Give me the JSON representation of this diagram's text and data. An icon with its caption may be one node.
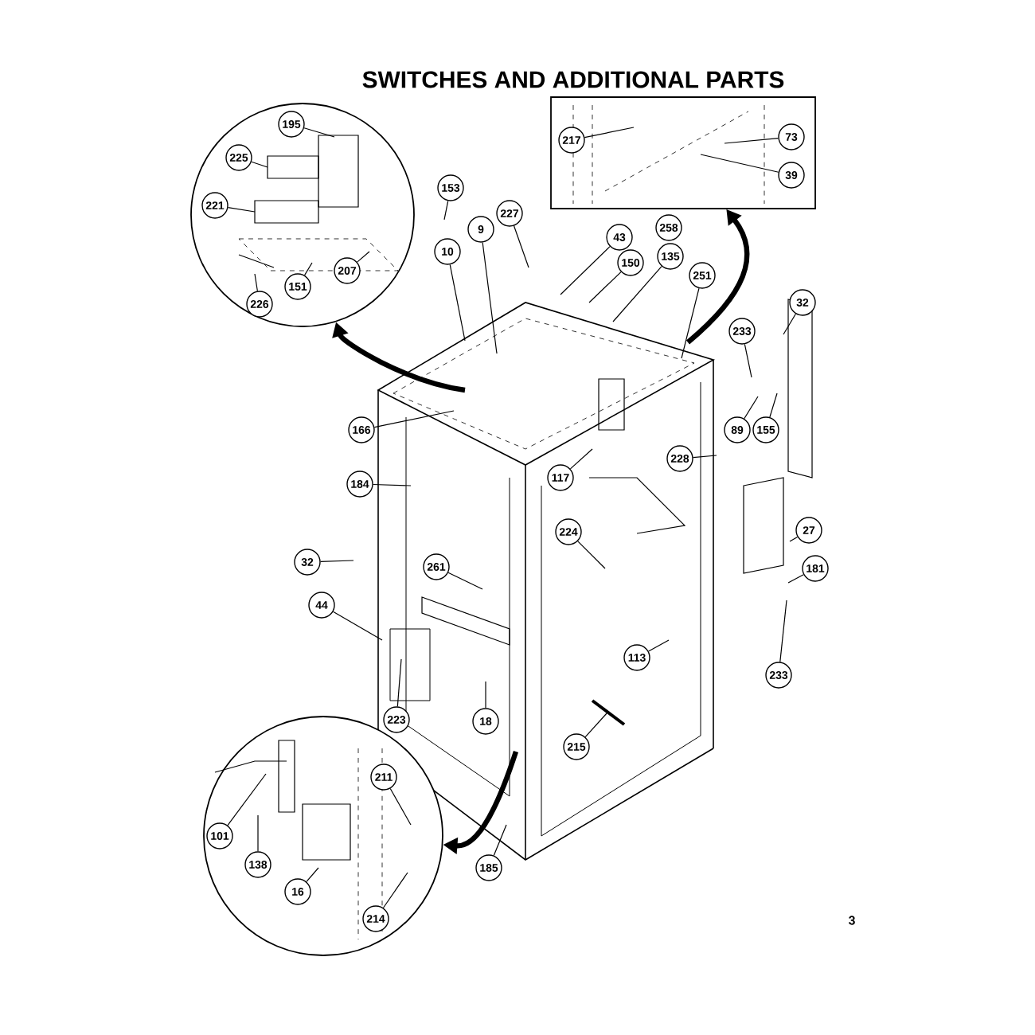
{
  "diagram": {
    "title": "SWITCHES AND ADDITIONAL PARTS",
    "nodes": [
      {
        "text": [],
        "shape": "circle"
      },
      {
        "text": [
          "195"
        ],
        "in": 0
      },
      {
        "text": [
          "225"
        ],
        "in": 0
      },
      {
        "text": [
          "221"
        ],
        "in": 0
      },
      {
        "text": [
          "151"
        ],
        "in": 0
      },
      {
        "text": [
          "207"
        ],
        "in": 0
      },
      {
        "text": [
          "226"
        ],
        "in": 0
      },
      {
        "text": [],
        "shape": "box"
      },
      {
        "text": [
          "217"
        ],
        "in": 7
      },
      {
        "text": [
          "73"
        ],
        "in": 7
      },
      {
        "text": [
          "39"
        ],
        "in": 7
      },
      {
        "text": [
          "153"
        ]
      },
      {
        "text": [
          "227"
        ]
      },
      {
        "text": [
          "9"
        ]
      },
      {
        "text": [
          "10"
        ]
      },
      {
        "text": [
          "43"
        ]
      },
      {
        "text": [
          "258"
        ]
      },
      {
        "text": [
          "150"
        ]
      },
      {
        "text": [
          "135"
        ]
      },
      {
        "text": [
          "251"
        ]
      },
      {
        "text": [
          "32"
        ]
      },
      {
        "text": [
          "233"
        ]
      },
      {
        "text": [
          "89"
        ]
      },
      {
        "text": [
          "155"
        ]
      },
      {
        "text": [
          "166"
        ]
      },
      {
        "text": [
          "117"
        ]
      },
      {
        "text": [
          "228"
        ]
      },
      {
        "text": [
          "184"
        ]
      },
      {
        "text": [
          "27"
        ]
      },
      {
        "text": [
          "224"
        ]
      },
      {
        "text": [
          "32"
        ]
      },
      {
        "text": [
          "181"
        ]
      },
      {
        "text": [
          "261"
        ]
      },
      {
        "text": [
          "44"
        ]
      },
      {
        "text": [
          "113"
        ]
      },
      {
        "text": [
          "233"
        ]
      },
      {
        "text": [
          "223"
        ]
      },
      {
        "text": [
          "18"
        ]
      },
      {
        "text": [
          "215"
        ]
      },
      {
        "text": [],
        "shape": "circle"
      },
      {
        "text": [
          "211"
        ],
        "in": 39
      },
      {
        "text": [
          "101"
        ],
        "in": 39
      },
      {
        "text": [
          "138"
        ],
        "in": 39
      },
      {
        "text": [
          "16"
        ],
        "in": 39
      },
      {
        "text": [
          "214"
        ],
        "in": 39
      },
      {
        "text": [
          "185"
        ]
      }
    ],
    "edges": [
      {
        "from": 1,
        "to": null,
        "arrow": "none"
      },
      {
        "from": 2,
        "to": null,
        "arrow": "none"
      },
      {
        "from": 3,
        "to": null,
        "arrow": "none"
      },
      {
        "from": 4,
        "to": null,
        "arrow": "none"
      },
      {
        "from": 5,
        "to": null,
        "arrow": "none"
      },
      {
        "from": 6,
        "to": null,
        "arrow": "none"
      },
      {
        "from": 8,
        "to": null,
        "arrow": "none"
      },
      {
        "from": 9,
        "to": null,
        "arrow": "none"
      },
      {
        "from": 10,
        "to": null,
        "arrow": "none"
      },
      {
        "from": 11,
        "to": null,
        "arrow": "none"
      },
      {
        "from": 12,
        "to": null,
        "arrow": "none"
      },
      {
        "from": 13,
        "to": null,
        "arrow": "none"
      },
      {
        "from": 14,
        "to": null,
        "arrow": "none"
      },
      {
        "from": 15,
        "to": null,
        "arrow": "none"
      },
      {
        "from": 17,
        "to": null,
        "arrow": "none"
      },
      {
        "from": 18,
        "to": null,
        "arrow": "none"
      },
      {
        "from": 19,
        "to": null,
        "arrow": "none"
      },
      {
        "from": 20,
        "to": null,
        "arrow": "none"
      },
      {
        "from": 21,
        "to": null,
        "arrow": "none"
      },
      {
        "from": 22,
        "to": null,
        "arrow": "none"
      },
      {
        "from": 23,
        "to": null,
        "arrow": "none"
      },
      {
        "from": 24,
        "to": null,
        "arrow": "none"
      },
      {
        "from": 25,
        "to": null,
        "arrow": "none"
      },
      {
        "from": 26,
        "to": null,
        "arrow": "none"
      },
      {
        "from": 27,
        "to": null,
        "arrow": "none"
      },
      {
        "from": 28,
        "to": null,
        "arrow": "none"
      },
      {
        "from": 29,
        "to": null,
        "arrow": "none"
      },
      {
        "from": 30,
        "to": null,
        "arrow": "none"
      },
      {
        "from": 31,
        "to": null,
        "arrow": "none"
      },
      {
        "from": 32,
        "to": null,
        "arrow": "none"
      },
      {
        "from": 33,
        "to": null,
        "arrow": "none"
      },
      {
        "from": 34,
        "to": null,
        "arrow": "none"
      },
      {
        "from": 35,
        "to": null,
        "arrow": "none"
      },
      {
        "from": 36,
        "to": null,
        "arrow": "none"
      },
      {
        "from": 37,
        "to": null,
        "arrow": "none"
      },
      {
        "from": 38,
        "to": null,
        "arrow": "none"
      },
      {
        "from": 40,
        "to": null,
        "arrow": "none"
      },
      {
        "from": 41,
        "to": null,
        "arrow": "none"
      },
      {
        "from": 42,
        "to": null,
        "arrow": "none"
      },
      {
        "from": 43,
        "to": null,
        "arrow": "none"
      },
      {
        "from": 44,
        "to": null,
        "arrow": "none"
      },
      {
        "from": 45,
        "to": null,
        "arrow": "none"
      },
      {
        "from": null,
        "to": 0,
        "arrow": "to",
        "style": "thick"
      },
      {
        "from": null,
        "to": 7,
        "arrow": "to",
        "style": "thick"
      },
      {
        "from": null,
        "to": 39,
        "arrow": "to",
        "style": "thick"
      }
    ],
    "labels": [
      "3"
    ]
  }
}
